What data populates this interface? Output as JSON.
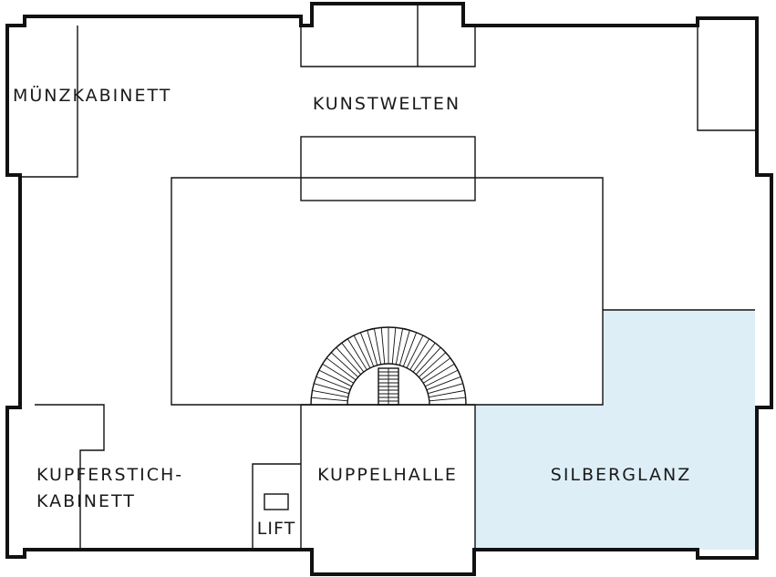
{
  "rooms": {
    "muenzkabinett": "MÜNZKABINETT",
    "kunstwelten": "KUNSTWELTEN",
    "kupferstich_line1": "KUPFERSTICH-",
    "kupferstich_line2": "KABINETT",
    "kuppelhalle": "KUPPELHALLE",
    "silberglanz": "SILBERGLANZ",
    "lift": "LIFT"
  },
  "colors": {
    "highlight": "#deeef7",
    "wall": "#111111",
    "background": "#ffffff"
  }
}
